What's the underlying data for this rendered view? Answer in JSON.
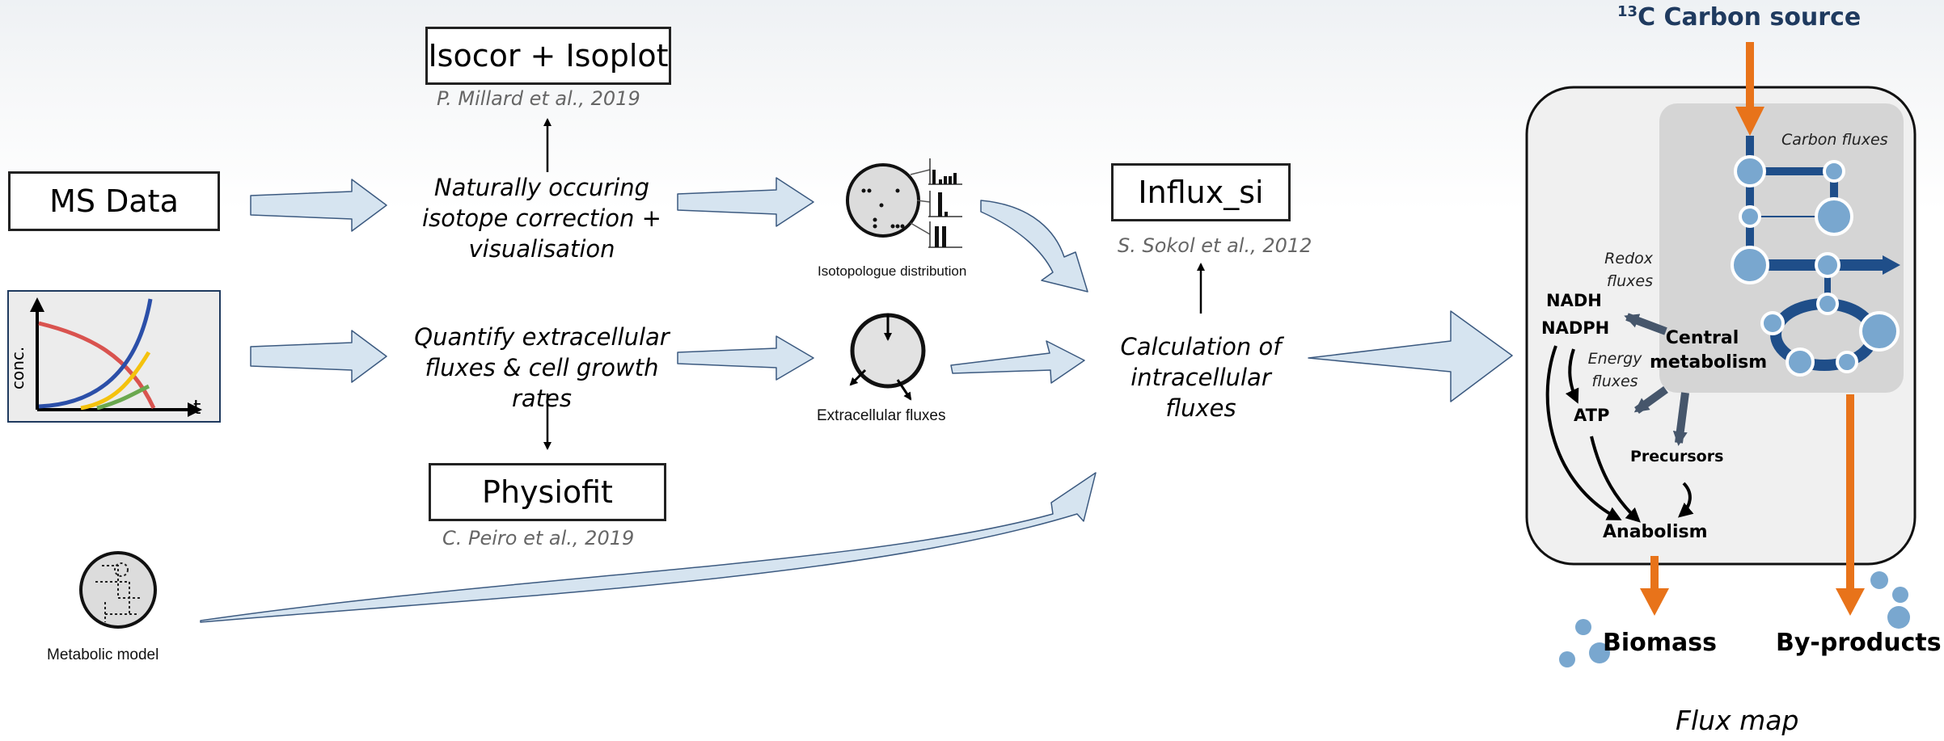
{
  "inputs": {
    "ms_data": "MS Data",
    "conc_axis": "conc.",
    "time_axis": "t",
    "metabolic_model": "Metabolic model"
  },
  "tools": {
    "isocor": {
      "name": "Isocor + Isoplot",
      "citation": "P. Millard et al., 2019"
    },
    "physiofit": {
      "name": "Physiofit",
      "citation": "C. Peiro et al., 2019"
    },
    "influx": {
      "name": "Influx_si",
      "citation": "S. Sokol et al., 2012"
    }
  },
  "steps": {
    "isotope_correction": "Naturally occuring isotope correction + visualisation",
    "quantify_fluxes": "Quantify extracellular fluxes & cell growth rates",
    "calculation": "Calculation of intracellular fluxes"
  },
  "outputs": {
    "isotopologue": "Isotopologue distribution",
    "extracellular": "Extracellular fluxes"
  },
  "flux_map": {
    "carbon_source_sup": "13",
    "carbon_source": "C Carbon source",
    "carbon_fluxes": "Carbon fluxes",
    "redox_fluxes": "Redox fluxes",
    "nadh": "NADH",
    "nadph": "NADPH",
    "energy_fluxes": "Energy fluxes",
    "atp": "ATP",
    "central_metabolism": "Central metabolism",
    "precursors": "Precursors",
    "anabolism": "Anabolism",
    "biomass": "Biomass",
    "byproducts": "By-products",
    "title": "Flux map"
  },
  "colors": {
    "flow_arrow_fill": "#d6e4f0",
    "flow_arrow_stroke": "#3c5a80",
    "metabolism_blue": "#1f4e89",
    "node_blue": "#79a7cf",
    "carbon_orange": "#e8731a",
    "gray_arrow": "#46566b"
  }
}
